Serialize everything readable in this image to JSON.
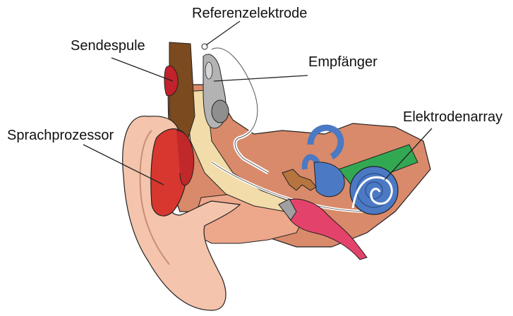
{
  "labels": {
    "referenzelektrode": "Referenzelektrode",
    "sendespule": "Sendespule",
    "empfaenger": "Empfänger",
    "sprachprozessor": "Sprachprozessor",
    "elektrodenarray": "Elektrodenarray"
  },
  "colors": {
    "skin_light": "#f4c4ac",
    "skin_mid": "#e9a98e",
    "skin_dark": "#d9896e",
    "tissue_orange": "#e48a52",
    "bone_beige": "#f1dcaa",
    "processor_red": "#d8372f",
    "coil_red": "#c1222b",
    "brown_skin": "#7b4a1f",
    "receiver_grey": "#9a9a9a",
    "cochlea_blue": "#4b79c4",
    "nerve_green": "#33a852",
    "ossicle_brown": "#b6743e",
    "middle_ear_pink": "#e3436a",
    "line": "#222222"
  }
}
